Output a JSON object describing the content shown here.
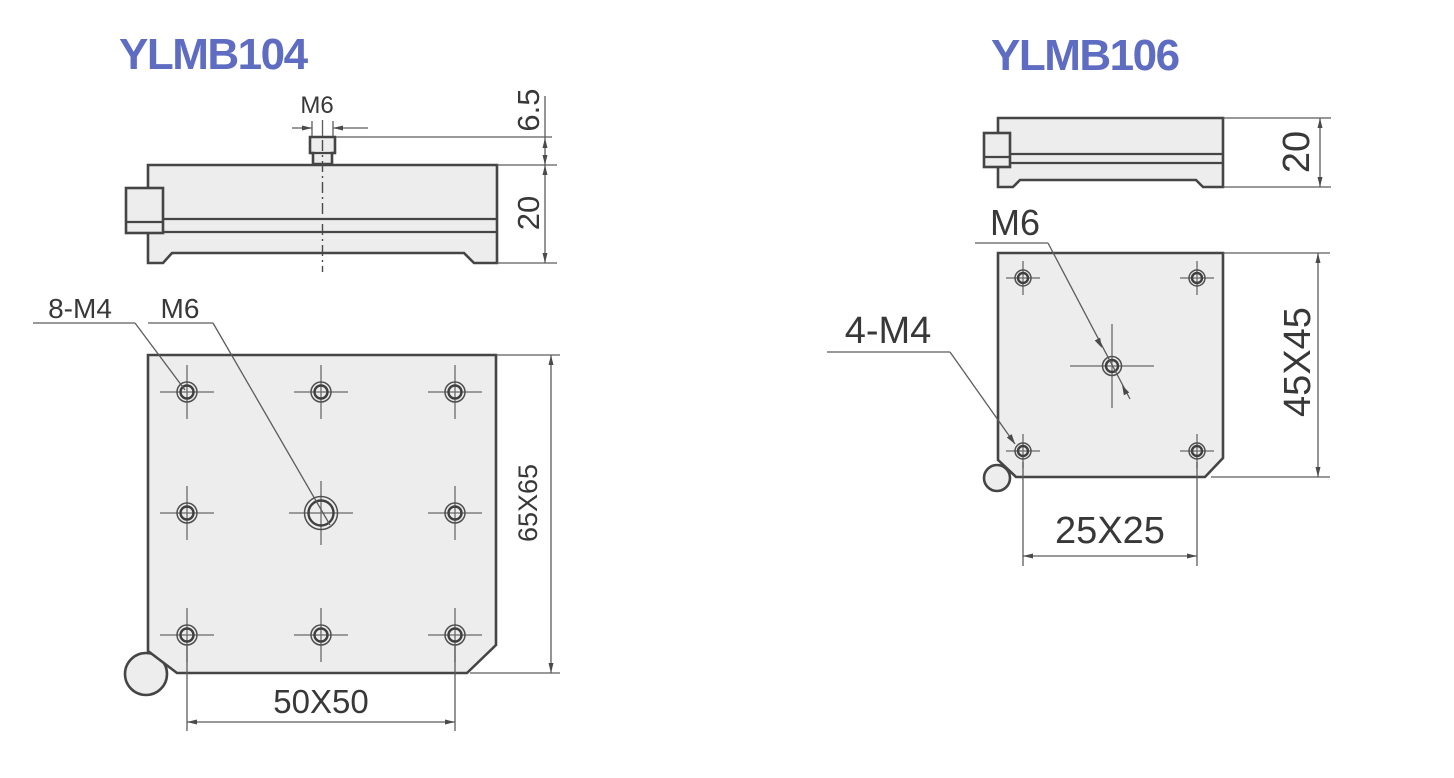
{
  "colors": {
    "title_accent": "#5e6cc1",
    "drawing_line": "#454545",
    "part_fill": "#ededed",
    "background": "#ffffff"
  },
  "ylmb104": {
    "title": "YLMB104",
    "side_view": {
      "boss_label": "M6",
      "dim_boss_height": "6.5",
      "dim_body_height": "20"
    },
    "top_view": {
      "label_corner_holes": "8-M4",
      "label_center_hole": "M6",
      "dim_plate": "65X65",
      "dim_hole_spacing": "50X50"
    }
  },
  "ylmb106": {
    "title": "YLMB106",
    "side_view": {
      "dim_body_height": "20"
    },
    "top_view": {
      "label_center_hole": "M6",
      "label_corner_holes": "4-M4",
      "dim_plate": "45X45",
      "dim_hole_spacing": "25X25"
    }
  }
}
